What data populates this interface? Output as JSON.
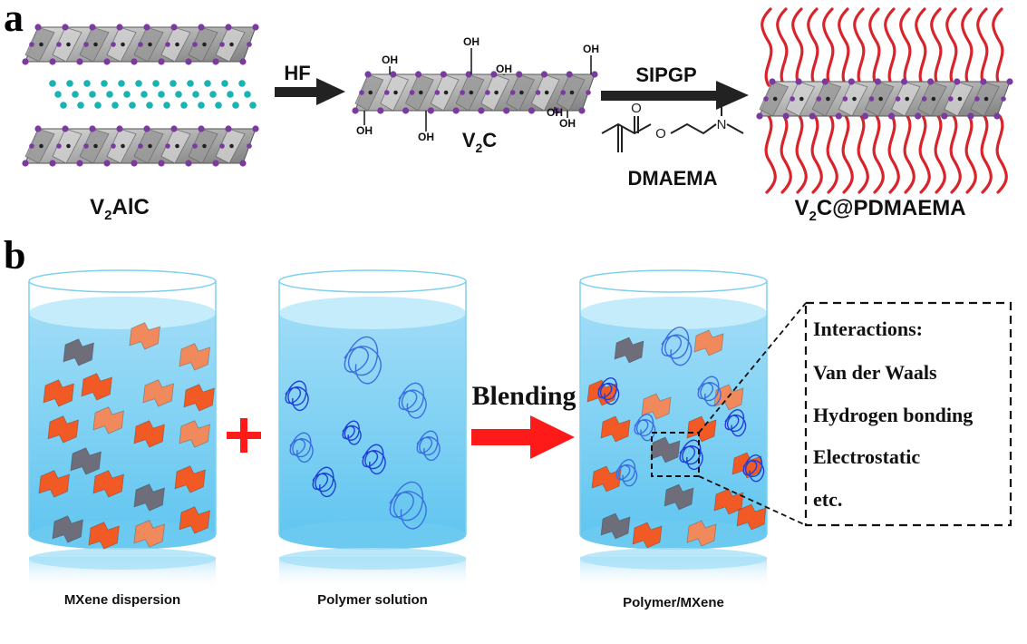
{
  "panel_a": {
    "letter": "a",
    "v2alc_label": "V",
    "v2alc_sub": "2",
    "v2alc_rest": "AlC",
    "hf_label": "HF",
    "v2c_label": "V",
    "v2c_sub": "2",
    "v2c_rest": "C",
    "oh": "OH",
    "sipgp_label": "SIPGP",
    "monomer_label": "DMAEMA",
    "monomer_o": "O",
    "monomer_n": "N",
    "product_label_v": "V",
    "product_label_sub": "2",
    "product_label_rest": "C@PDMAEMA"
  },
  "panel_b": {
    "letter": "b",
    "plus": "+",
    "blending_label": "Blending",
    "beakers": [
      {
        "label": "MXene dispersion"
      },
      {
        "label": "Polymer solution"
      },
      {
        "label": "Polymer/MXene"
      }
    ],
    "interactions_title": "Interactions:",
    "interactions": [
      "Van der Waals",
      "Hydrogen bonding",
      "Electrostatic",
      "etc."
    ]
  },
  "colors": {
    "water": "#7fd3f5",
    "water_surface": "#c4ecfb",
    "mxene_orange": "#f15a24",
    "mxene_salmon": "#f08a5d",
    "mxene_gray": "#6d6e7a",
    "polymer_blue": "#1f3fd6",
    "polymer_red": "#d8242b",
    "atom_purple": "#7a3aa0",
    "atom_teal": "#1ab3b3",
    "arrow_red": "#ff1a1a"
  }
}
